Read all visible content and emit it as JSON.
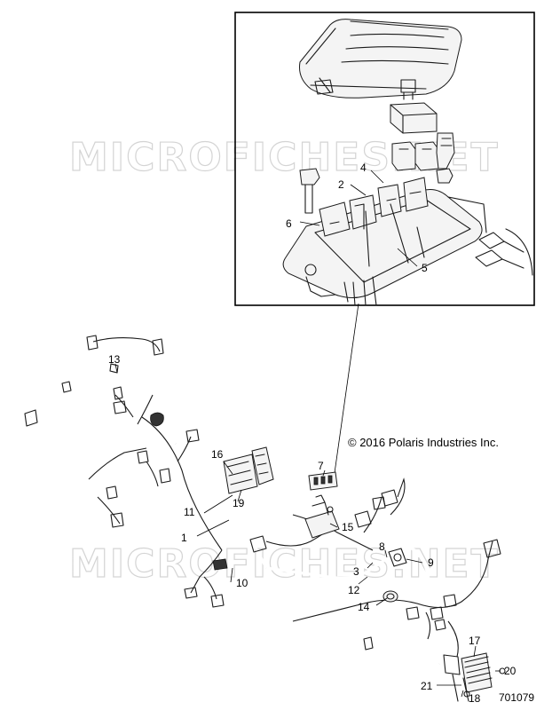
{
  "watermarks": [
    "MICROFICHES.NET",
    "MICROFICHES.NET"
  ],
  "copyright": "© 2016 Polaris Industries Inc.",
  "drawing_number": "701079",
  "callouts": {
    "c1": "1",
    "c2": "2",
    "c3": "3",
    "c4": "4",
    "c5": "5",
    "c6": "6",
    "c7": "7",
    "c8": "8",
    "c9": "9",
    "c10": "10",
    "c11": "11",
    "c12": "12",
    "c13": "13",
    "c14": "14",
    "c15": "15",
    "c16": "16",
    "c17": "17",
    "c18": "18",
    "c19": "19",
    "c20": "20",
    "c21": "21"
  }
}
